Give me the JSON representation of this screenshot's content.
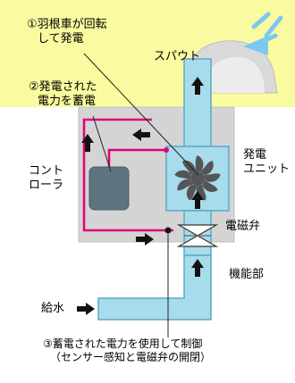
{
  "labels": {
    "generator_rotation_line1": "①羽根車が回転",
    "generator_rotation_line2": "して発電",
    "spout": "スパウト",
    "storage_line1": "②発電された",
    "storage_line2": "電力を蓄電",
    "generator_unit_line1": "発電",
    "generator_unit_line2": "ユニット",
    "controller_line1": "コント",
    "controller_line2": "ローラ",
    "solenoid_valve": "電磁弁",
    "function_section": "機能部",
    "water_supply": "給水",
    "control_line1": "③蓄電された電力を使用して制御",
    "control_line2": "（センサー感知と電磁弁の開閉）"
  },
  "icons": {
    "impeller": "impeller-icon",
    "controller": "controller-box",
    "valve": "solenoid-valve-icon",
    "faucet": "faucet-icon",
    "water_spray": "water-spray-icon"
  },
  "colors": {
    "background_top": "#fafaa0",
    "background_bottom": "#ffffff",
    "unit_panel": "#d4d4d4",
    "water_pipe": "#a6dcec",
    "pipe_outline": "#5aaac4",
    "wire": "#e2007a",
    "controller_fill": "#5f7480",
    "impeller": "#555555",
    "arrow": "#111111",
    "spray": "#7cc8ee"
  }
}
